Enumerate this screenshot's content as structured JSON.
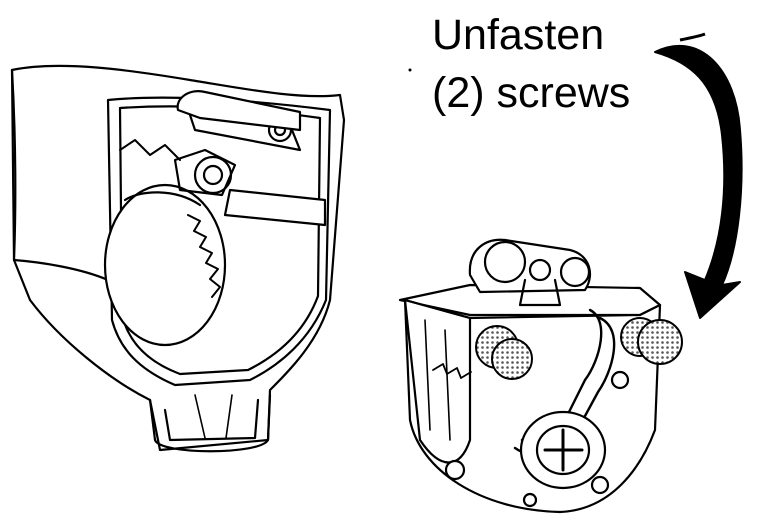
{
  "instruction": {
    "line1": "Unfasten",
    "line2": "(2) screws"
  },
  "colors": {
    "ink": "#000000",
    "paper": "#ffffff",
    "screw_fill": "#555555"
  },
  "icons": {
    "housing": "end-cap-housing",
    "motor_assembly": "motor-assembly",
    "arrow": "curved-arrow",
    "screws": [
      "screw-icon",
      "screw-icon"
    ]
  }
}
